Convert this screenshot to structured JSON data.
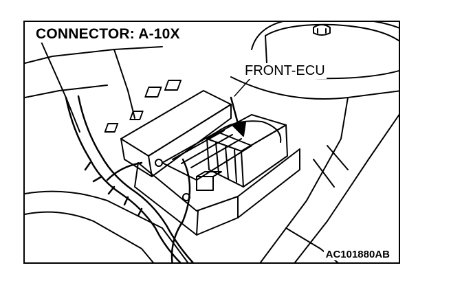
{
  "diagram": {
    "title": "CONNECTOR: A-10X",
    "callout_label": "FRONT-ECU",
    "figure_id": "AC101880AB",
    "line_color": "#000000",
    "background_color": "#ffffff"
  }
}
